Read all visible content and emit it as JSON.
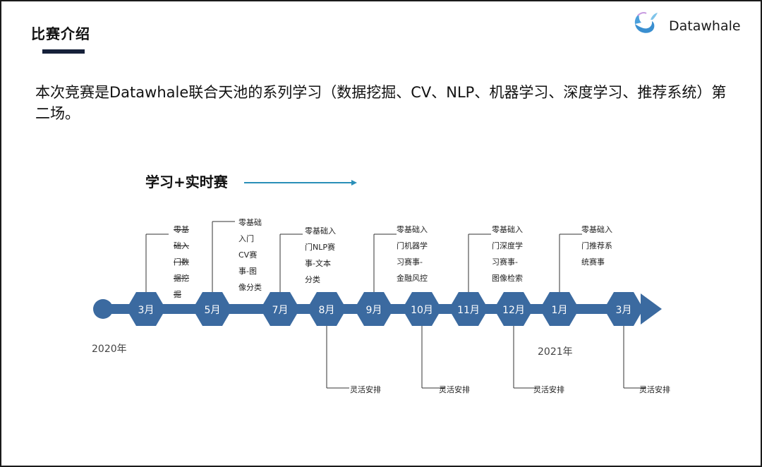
{
  "slide": {
    "title": "比赛介绍",
    "logo_text": "Datawhale",
    "intro": "本次竞赛是Datawhale联合天池的系列学习（数据挖掘、CV、NLP、机器学习、深度学习、推荐系统）第二场。"
  },
  "timeline": {
    "label": "学习+实时赛",
    "years": [
      "2020年",
      "2021年"
    ],
    "accent_color": "#3b6aa0",
    "arrow_color": "#2a8fb8",
    "months": [
      "3月",
      "5月",
      "7月",
      "8月",
      "9月",
      "10月",
      "11月",
      "12月",
      "1月",
      "3月"
    ],
    "above": [
      {
        "text": "零基\n础入\n门数\n据挖\n掘",
        "strike": true
      },
      {
        "text": "零基础\n入门\nCV赛\n事-图\n像分类",
        "strike": false
      },
      {
        "text": "零基础入\n门NLP赛\n事-文本\n分类",
        "strike": false
      },
      {
        "text": "零基础入\n门机器学\n习赛事-\n金融风控",
        "strike": false
      },
      {
        "text": "零基础入\n门深度学\n习赛事-\n图像检索",
        "strike": false
      },
      {
        "text": "零基础入\n门推荐系\n统赛事",
        "strike": false
      }
    ],
    "below": [
      "灵活安排",
      "灵活安排",
      "灵活安排",
      "灵活安排"
    ]
  }
}
